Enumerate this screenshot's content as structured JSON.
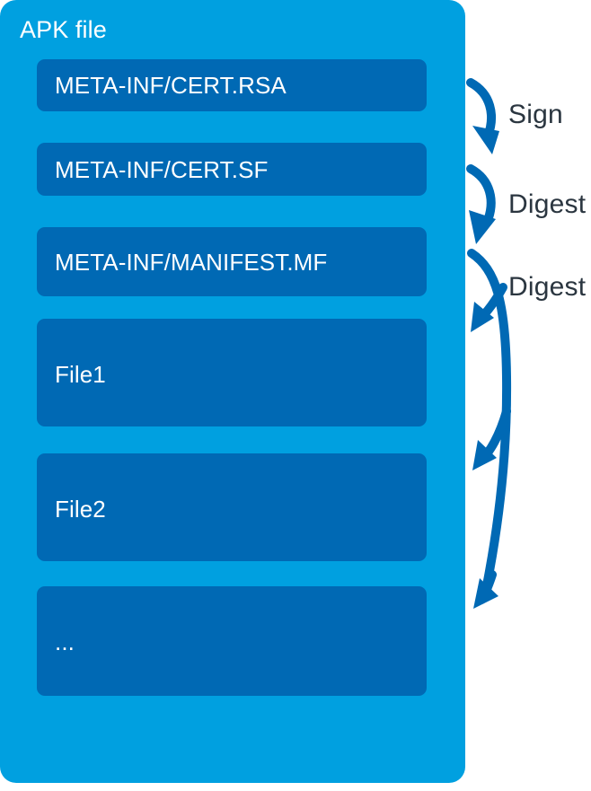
{
  "diagram": {
    "title": "APK file",
    "container_color": "#00A0E0",
    "entry_color": "#0069B4",
    "arrow_color": "#0069B4",
    "label_color": "#2B3640",
    "entry_text_color": "#FFFFFF",
    "entries": [
      {
        "id": "cert-rsa",
        "label": "META-INF/CERT.RSA"
      },
      {
        "id": "cert-sf",
        "label": "META-INF/CERT.SF"
      },
      {
        "id": "manifest-mf",
        "label": "META-INF/MANIFEST.MF"
      },
      {
        "id": "file1",
        "label": "File1"
      },
      {
        "id": "file2",
        "label": "File2"
      },
      {
        "id": "ellipsis",
        "label": "..."
      }
    ],
    "arrows": [
      {
        "id": "sign",
        "label": "Sign",
        "from": "cert-sf",
        "to": "cert-rsa"
      },
      {
        "id": "digest1",
        "label": "Digest",
        "from": "manifest-mf",
        "to": "cert-sf"
      },
      {
        "id": "digest2",
        "label": "Digest",
        "from": "files",
        "to": "manifest-mf"
      }
    ]
  }
}
